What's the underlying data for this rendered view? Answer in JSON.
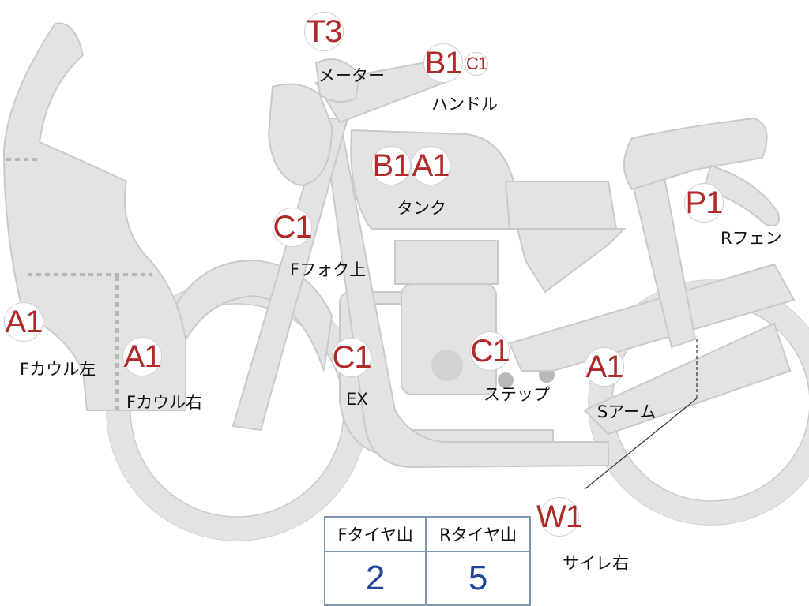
{
  "badges": {
    "t3": "T3",
    "b1_handle": "B1",
    "c1_handle": "C1",
    "b1_tank": "B1",
    "a1_tank": "A1",
    "c1_fork": "C1",
    "p1": "P1",
    "a1_cowl_left": "A1",
    "a1_cowl_right": "A1",
    "c1_ex": "C1",
    "c1_step": "C1",
    "a1_swingarm": "A1",
    "w1": "W1"
  },
  "labels": {
    "meter": "メーター",
    "handle": "ハンドル",
    "tank": "タンク",
    "fork_upper": "Fフォク上",
    "rear_fender": "Rフェン",
    "cowl_left": "Fカウル左",
    "cowl_right": "Fカウル右",
    "ex": "EX",
    "step": "ステップ",
    "swingarm": "Sアーム",
    "side_right": "サイレ右"
  },
  "tire_table": {
    "headers": [
      "Fタイヤ山",
      "Rタイヤ山"
    ],
    "values": [
      "2",
      "5"
    ]
  },
  "colors": {
    "part_fill": "#e3e3e1",
    "badge_text": "#b02a2a",
    "table_border": "#7f96ad",
    "table_value": "#23449a"
  }
}
